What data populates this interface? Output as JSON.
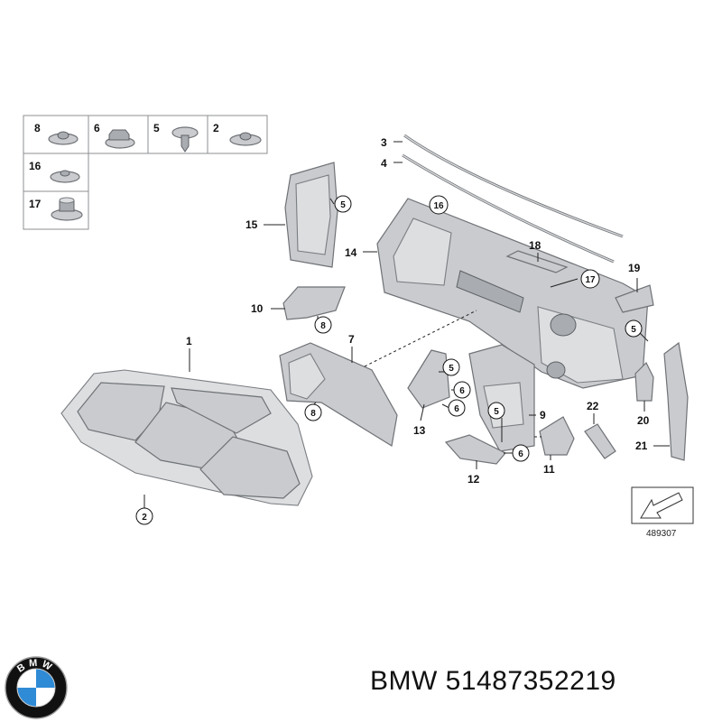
{
  "fastener_table": {
    "cells": [
      {
        "label": "8"
      },
      {
        "label": "6"
      },
      {
        "label": "5"
      },
      {
        "label": "2"
      },
      {
        "label": "16"
      },
      {
        "label": "17"
      }
    ]
  },
  "callouts": {
    "plain": [
      "1",
      "3",
      "4",
      "7",
      "9",
      "10",
      "11",
      "12",
      "13",
      "14",
      "15",
      "18",
      "19",
      "20",
      "21",
      "22"
    ],
    "circled": [
      "2",
      "5",
      "5",
      "5",
      "5",
      "5",
      "6",
      "6",
      "6",
      "8",
      "8",
      "16",
      "17"
    ]
  },
  "reference_number": "489307",
  "footer": {
    "brand": "BMW",
    "part_number": "51487352219",
    "logo_letters": "BMW",
    "colors": {
      "logo_blue": "#2f8bd6",
      "logo_ring": "#111111"
    }
  }
}
